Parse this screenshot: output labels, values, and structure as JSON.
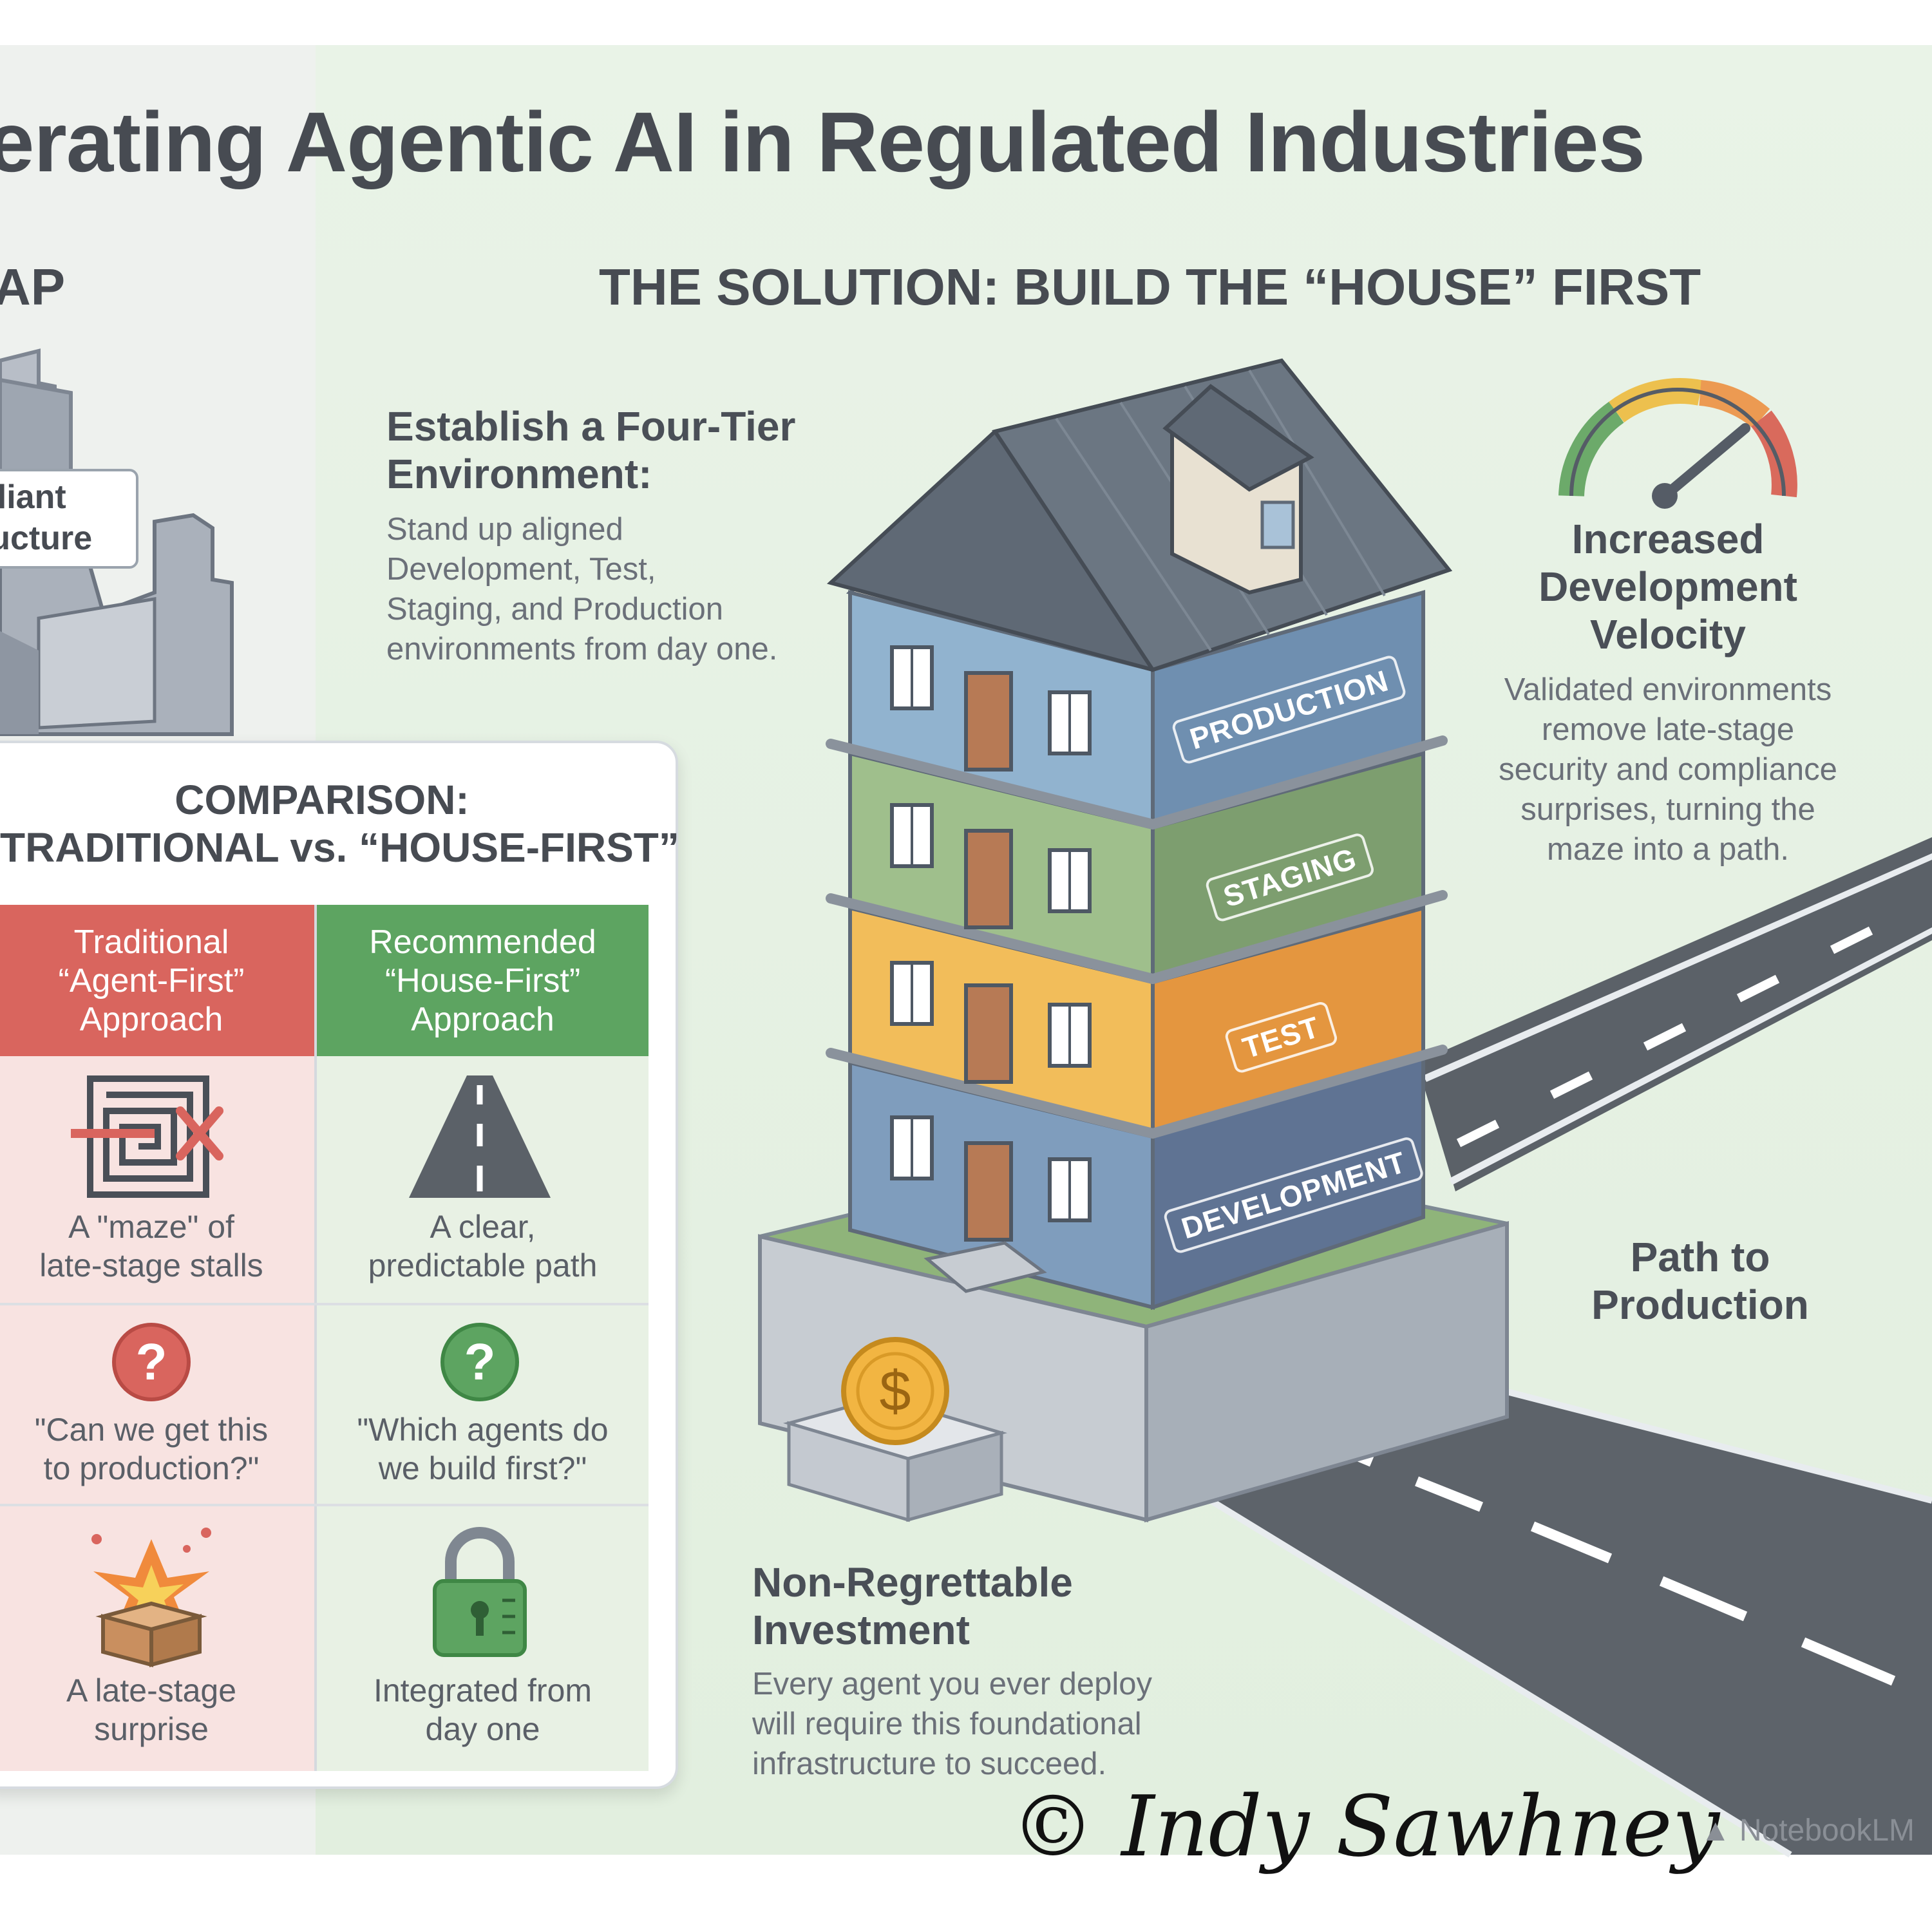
{
  "title": "erating Agentic AI in Regulated Industries",
  "left_panel": {
    "heading": "AP",
    "callout_lines": [
      "pliant",
      "ructure"
    ]
  },
  "solution": {
    "heading": "THE SOLUTION: BUILD THE “HOUSE” FIRST",
    "four_tier": {
      "title_lines": [
        "Establish a Four-Tier",
        "Environment:"
      ],
      "body_lines": [
        "Stand up aligned",
        "Development, Test,",
        "Staging, and Production",
        "environments from day one."
      ]
    },
    "velocity": {
      "title_lines": [
        "Increased",
        "Development",
        "Velocity"
      ],
      "body_lines": [
        "Validated environments",
        "remove late-stage",
        "security and compliance",
        "surprises, turning the",
        "maze into a path."
      ]
    },
    "path_lines": [
      "Path to",
      "Production"
    ],
    "investment": {
      "title_lines": [
        "Non-Regrettable",
        "Investment"
      ],
      "body_lines": [
        "Every agent you ever deploy",
        "will require this foundational",
        "infrastructure to succeed."
      ]
    },
    "tiers": [
      "PRODUCTION",
      "STAGING",
      "TEST",
      "DEVELOPMENT"
    ]
  },
  "comparison": {
    "title_lines": [
      "COMPARISON:",
      "TRADITIONAL vs. “HOUSE-FIRST”"
    ],
    "traditional_header": [
      "Traditional",
      "“Agent-First”",
      "Approach"
    ],
    "recommended_header": [
      "Recommended",
      "“House-First”",
      "Approach"
    ],
    "rows": [
      {
        "traditional": [
          "A \"maze\" of",
          "late-stage stalls"
        ],
        "recommended": [
          "A clear,",
          "predictable path"
        ]
      },
      {
        "traditional": [
          "\"Can we get this",
          "to production?\""
        ],
        "recommended": [
          "\"Which agents do",
          "we build first?\""
        ]
      },
      {
        "traditional": [
          "A late-stage",
          "surprise"
        ],
        "recommended": [
          "Integrated from",
          "day one"
        ]
      }
    ]
  },
  "signature": "© Indy Sawhney",
  "watermark": "NotebookLM",
  "colors": {
    "background_left": "#eef1ee",
    "background_right": "#e6f1e3",
    "traditional_red": "#d9655e",
    "recommended_green": "#5da461",
    "production_blue": "#7fa4c6",
    "staging_green": "#8fb07e",
    "test_orange": "#eda64e",
    "development_slate": "#6f83a3",
    "roof_gray": "#5f6975"
  },
  "gauge_level": 0.8
}
